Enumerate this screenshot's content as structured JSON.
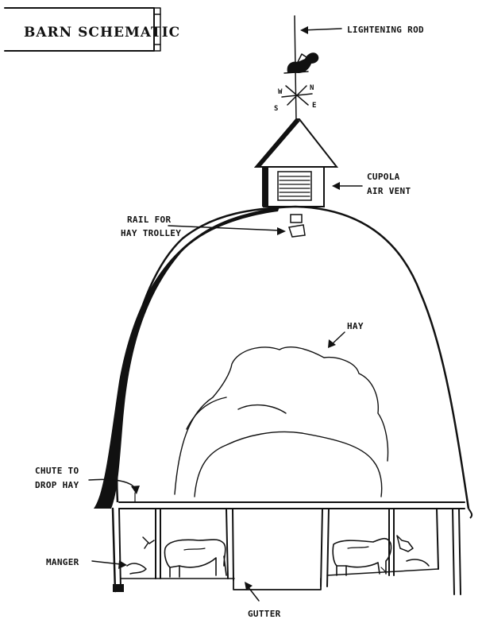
{
  "title": "BARN SCHEMATIC",
  "labels": {
    "lightning_rod": "LIGHTENING ROD",
    "cupola_line1": "CUPOLA",
    "cupola_line2": "AIR VENT",
    "rail_line1": "RAIL FOR",
    "rail_line2": "HAY TROLLEY",
    "hay": "HAY",
    "chute_line1": "CHUTE TO",
    "chute_line2": "DROP HAY",
    "manger": "MANGER",
    "gutter": "GUTTER"
  },
  "compass": {
    "n": "N",
    "s": "S",
    "e": "E",
    "w": "W"
  },
  "colors": {
    "ink": "#111111",
    "paper": "#ffffff"
  }
}
